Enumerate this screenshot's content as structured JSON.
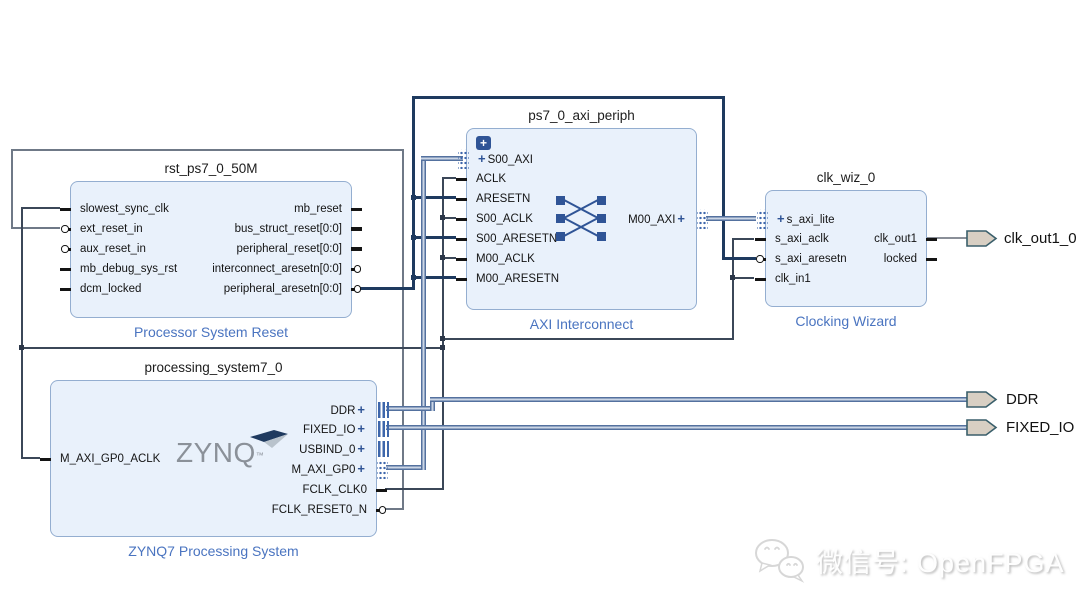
{
  "blocks": {
    "rst": {
      "title": "rst_ps7_0_50M",
      "label": "Processor System Reset",
      "left_ports": [
        "slowest_sync_clk",
        "ext_reset_in",
        "aux_reset_in",
        "mb_debug_sys_rst",
        "dcm_locked"
      ],
      "right_ports": [
        "mb_reset",
        "bus_struct_reset[0:0]",
        "peripheral_reset[0:0]",
        "interconnect_aresetn[0:0]",
        "peripheral_aresetn[0:0]"
      ]
    },
    "axi": {
      "title": "ps7_0_axi_periph",
      "label": "AXI Interconnect",
      "left_ports": [
        "S00_AXI",
        "ACLK",
        "ARESETN",
        "S00_ACLK",
        "S00_ARESETN",
        "M00_ACLK",
        "M00_ARESETN"
      ],
      "right_ports": [
        "M00_AXI"
      ]
    },
    "clk": {
      "title": "clk_wiz_0",
      "label": "Clocking Wizard",
      "left_ports": [
        "s_axi_lite",
        "s_axi_aclk",
        "s_axi_aresetn",
        "clk_in1"
      ],
      "right_ports": [
        "clk_out1",
        "locked"
      ]
    },
    "zynq": {
      "title": "processing_system7_0",
      "label": "ZYNQ7 Processing System",
      "logo": "ZYNQ",
      "left_ports": [
        "M_AXI_GP0_ACLK"
      ],
      "right_ports": [
        "DDR",
        "FIXED_IO",
        "USBIND_0",
        "M_AXI_GP0",
        "FCLK_CLK0",
        "FCLK_RESET0_N"
      ]
    }
  },
  "external_ports": [
    "clk_out1_0",
    "DDR",
    "FIXED_IO"
  ],
  "watermark": {
    "text": "微信号: OpenFPGA"
  },
  "colors": {
    "block_fill": "#e9f1fb",
    "block_border": "#94aed0",
    "label_blue": "#4a74c0",
    "wire_navy": "#1e3a5f",
    "wire_bus_blue": "#54719f",
    "wire_gray": "#6f7987",
    "wire_dark": "#3b4758",
    "ext_port_fill": "#d8cfc3",
    "ext_port_border": "#3a5f6b"
  }
}
